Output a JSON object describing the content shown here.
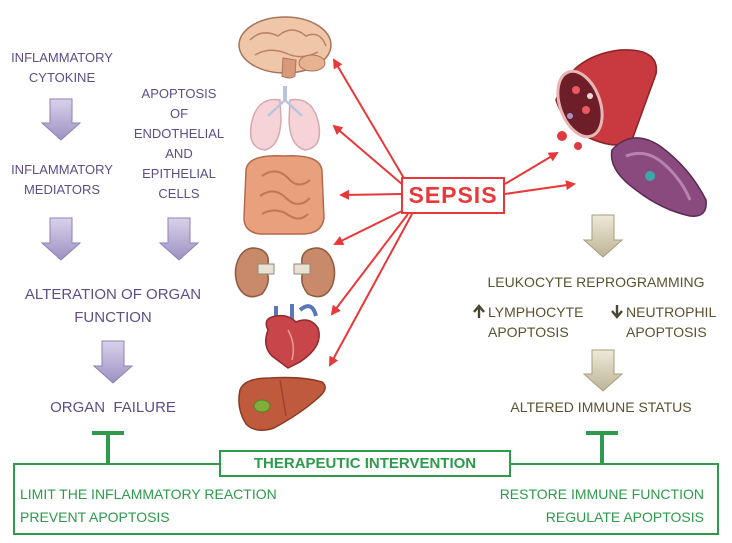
{
  "left_column": {
    "cytokine": "INFLAMMATORY\nCYTOKINE",
    "mediators": "INFLAMMATORY\nMEDIATORS",
    "apoptosis": "APOPTOSIS\nOF\nENDOTHELIAL\nAND\nEPITHELIAL\nCELLS",
    "alteration": "ALTERATION OF ORGAN\nFUNCTION",
    "failure": "ORGAN  FAILURE"
  },
  "center": {
    "sepsis": "SEPSIS"
  },
  "right_column": {
    "reprogramming": "LEUKOCYTE REPROGRAMMING",
    "lymphocyte": "LYMPHOCYTE\nAPOPTOSIS",
    "neutrophil": "NEUTROPHIL\nAPOPTOSIS",
    "immune_status": "ALTERED IMMUNE STATUS"
  },
  "therapy": {
    "title": "THERAPEUTIC INTERVENTION",
    "left_line1": "LIMIT THE INFLAMMATORY REACTION",
    "left_line2": "PREVENT APOPTOSIS",
    "right_line1": "RESTORE IMMUNE FUNCTION",
    "right_line2": "REGULATE APOPTOSIS"
  },
  "colors": {
    "purple_text": "#5e4e86",
    "purple_arrow": "#b3a8cf",
    "olive_text": "#595330",
    "olive_arrow": "#d6cfb5",
    "sepsis_red": "#e8383a",
    "green": "#2e9a4c"
  },
  "icons": {
    "organs": [
      "brain-icon",
      "lungs-icon",
      "intestine-icon",
      "kidneys-icon",
      "heart-icon",
      "liver-icon"
    ],
    "cells": [
      "blood-vessel-icon",
      "red-blood-cell-icon"
    ],
    "arrows": [
      "up-arrow-icon",
      "down-arrow-icon"
    ]
  }
}
